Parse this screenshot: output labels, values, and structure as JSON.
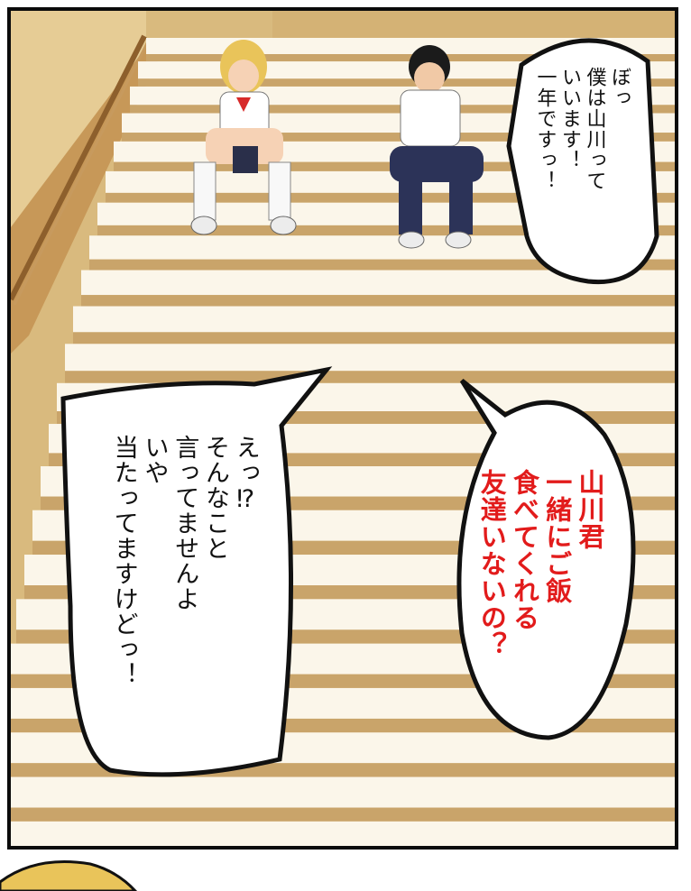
{
  "colors": {
    "border": "#0b0b0b",
    "wall": "#d8b77a",
    "step_light": "#fbf6ea",
    "step_shadow": "#c9a46a",
    "handrail": "#b9884e",
    "red_text": "#e21b1b",
    "hair_blonde": "#e9c45a"
  },
  "characters": [
    {
      "role": "girl",
      "hair": "blonde",
      "uniform": "white shirt, red ribbon, white socks"
    },
    {
      "role": "boy",
      "hair": "black",
      "uniform": "white shirt, navy trousers"
    }
  ],
  "bubbles": {
    "yamakawa": {
      "lines": [
        "ぼっ",
        "僕は山川って",
        "いいます！",
        "一年ですっ！"
      ]
    },
    "question": {
      "lines": [
        "山川君",
        "一緒にご飯",
        "食べてくれる",
        "友達いないの？"
      ]
    },
    "protest": {
      "lines": [
        "えっ⁉",
        "そんなこと",
        "言ってませんよ",
        "いや",
        "当たってますけどっ！"
      ]
    }
  }
}
